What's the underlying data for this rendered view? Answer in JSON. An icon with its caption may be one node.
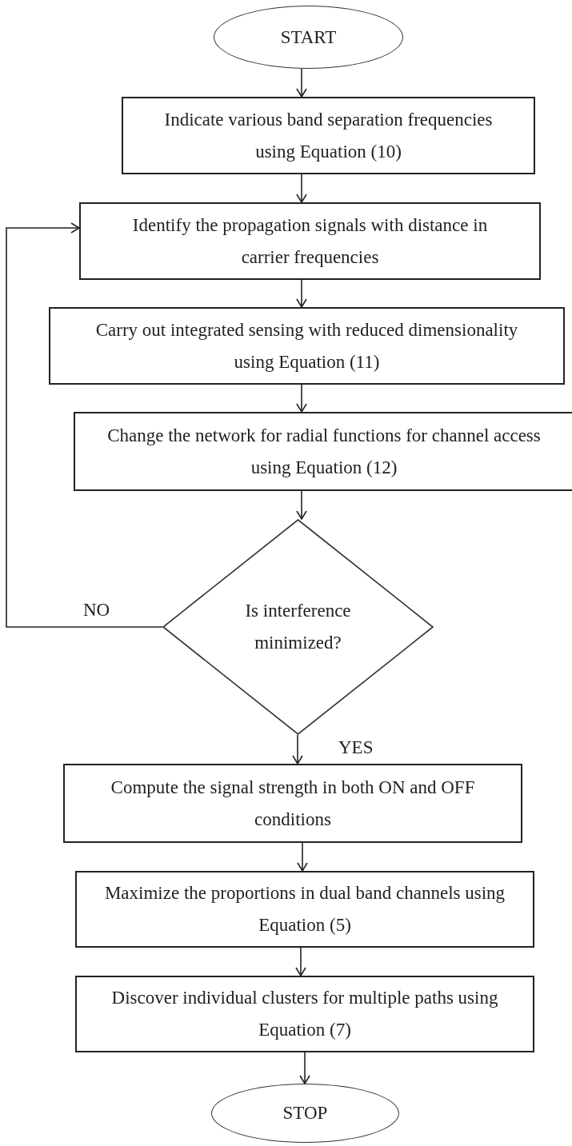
{
  "diagram": {
    "nodes": [
      {
        "text": [
          "START"
        ]
      },
      {
        "text": [
          "Indicate various band separation frequencies using Equation (10)"
        ]
      },
      {
        "text": [
          "Identify the propagation signals with distance in carrier frequencies"
        ]
      },
      {
        "text": [
          "Carry out integrated sensing with reduced dimensionality using Equation (11)"
        ]
      },
      {
        "text": [
          "Change the network for radial functions for channel access using Equation (12)"
        ]
      },
      {
        "text": [
          "Is interference minimized?"
        ]
      },
      {
        "text": [
          "Compute the signal strength in both ON and OFF conditions"
        ]
      },
      {
        "text": [
          "Maximize the proportions in dual band channels using Equation (5)"
        ]
      },
      {
        "text": [
          "Discover individual clusters for multiple paths using Equation (7)"
        ]
      },
      {
        "text": [
          "STOP"
        ]
      }
    ],
    "edges": [
      {
        "from": 0,
        "to": 1,
        "arrow": "to"
      },
      {
        "from": 1,
        "to": 2,
        "arrow": "to"
      },
      {
        "from": 2,
        "to": 3,
        "arrow": "to"
      },
      {
        "from": 3,
        "to": 4,
        "arrow": "to"
      },
      {
        "from": 4,
        "to": 5,
        "arrow": "to"
      },
      {
        "from": 5,
        "to": 6,
        "arrow": "to",
        "label": "YES"
      },
      {
        "from": 5,
        "to": 2,
        "arrow": "to",
        "label": "NO"
      },
      {
        "from": 6,
        "to": 7,
        "arrow": "to"
      },
      {
        "from": 7,
        "to": 8,
        "arrow": "to"
      },
      {
        "from": 8,
        "to": 9,
        "arrow": "to"
      }
    ]
  }
}
